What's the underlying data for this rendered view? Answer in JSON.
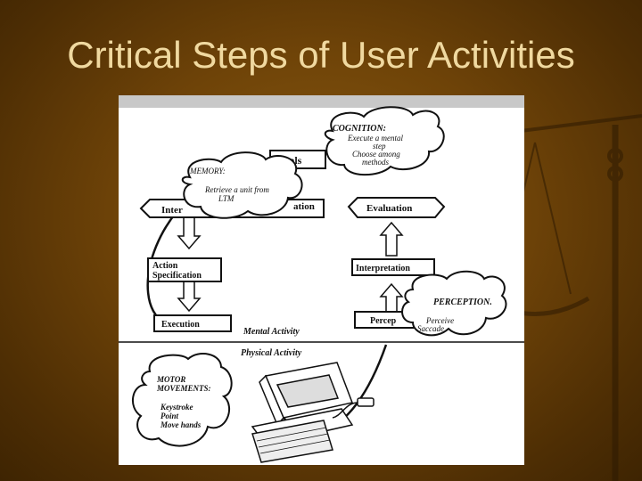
{
  "slide": {
    "title": "Critical Steps of User Activities"
  },
  "diagram": {
    "goals": "Goals",
    "intention": "Inter",
    "evaluation_of": "ation",
    "evaluation": "Evaluation",
    "action_spec_1": "Action",
    "action_spec_2": "Specification",
    "interpretation": "Interpretation",
    "execution": "Execution",
    "perception_box": "Percep",
    "mental_activity": "Mental Activity",
    "physical_activity": "Physical Activity",
    "cognition": {
      "title": "COGNITION:",
      "lines": [
        "Execute a mental",
        "step",
        "Choose among",
        "methods"
      ]
    },
    "memory": {
      "title": "MEMORY:",
      "lines": [
        "Retrieve a unit from",
        "LTM"
      ]
    },
    "perception": {
      "title": "PERCEPTION.",
      "lines": [
        "Perceive",
        "Saccade"
      ]
    },
    "motor": {
      "title_1": "MOTOR",
      "title_2": "MOVEMENTS:",
      "lines": [
        "Keystroke",
        "Point",
        "Move hands"
      ]
    }
  }
}
